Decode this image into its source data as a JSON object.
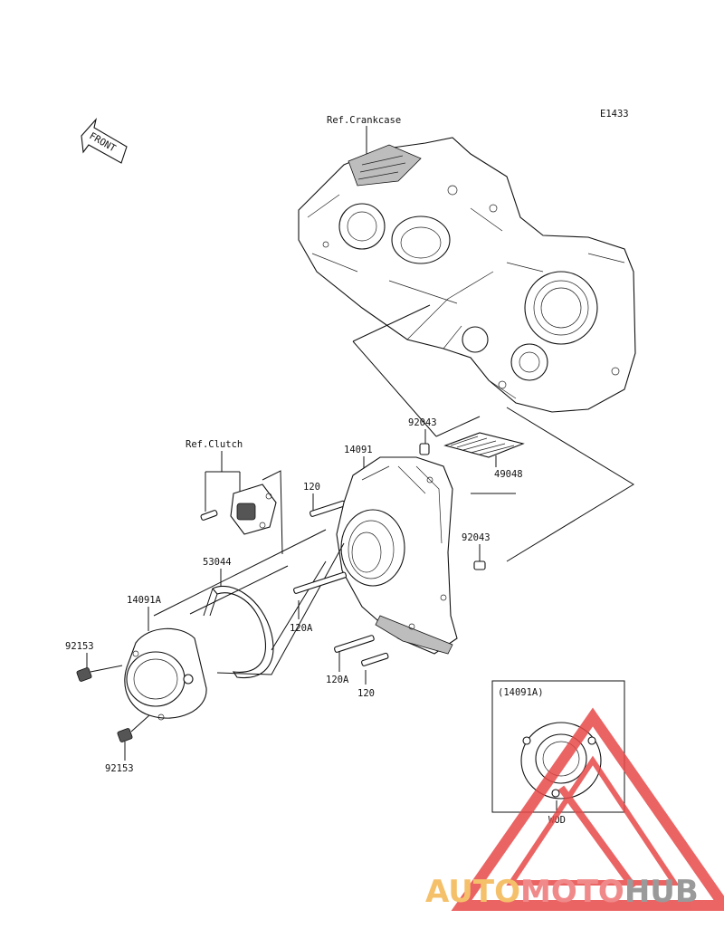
{
  "diagram_code": "E1433",
  "front_label": "FRONT",
  "labels": {
    "ref_crankcase": "Ref.Crankcase",
    "ref_clutch": "Ref.Clutch",
    "p92043_top": "92043",
    "p14091": "14091",
    "p49048": "49048",
    "p120_top": "120",
    "p92043_right": "92043",
    "p53044": "53044",
    "p14091A": "14091A",
    "p120A_mid": "120A",
    "p92153_left": "92153",
    "p120A_low": "120A",
    "p120_low": "120",
    "p92153_bottom": "92153"
  },
  "inset": {
    "title": "(14091A)",
    "note": "WOD"
  },
  "watermark": {
    "word_a": "AUTO",
    "word_b": "MOTO",
    "word_c": "HUB",
    "color_a": "#f5c06a",
    "color_b": "#f08a8a",
    "color_c": "#9a9a9a",
    "triangle_color": "#e84a4a"
  }
}
